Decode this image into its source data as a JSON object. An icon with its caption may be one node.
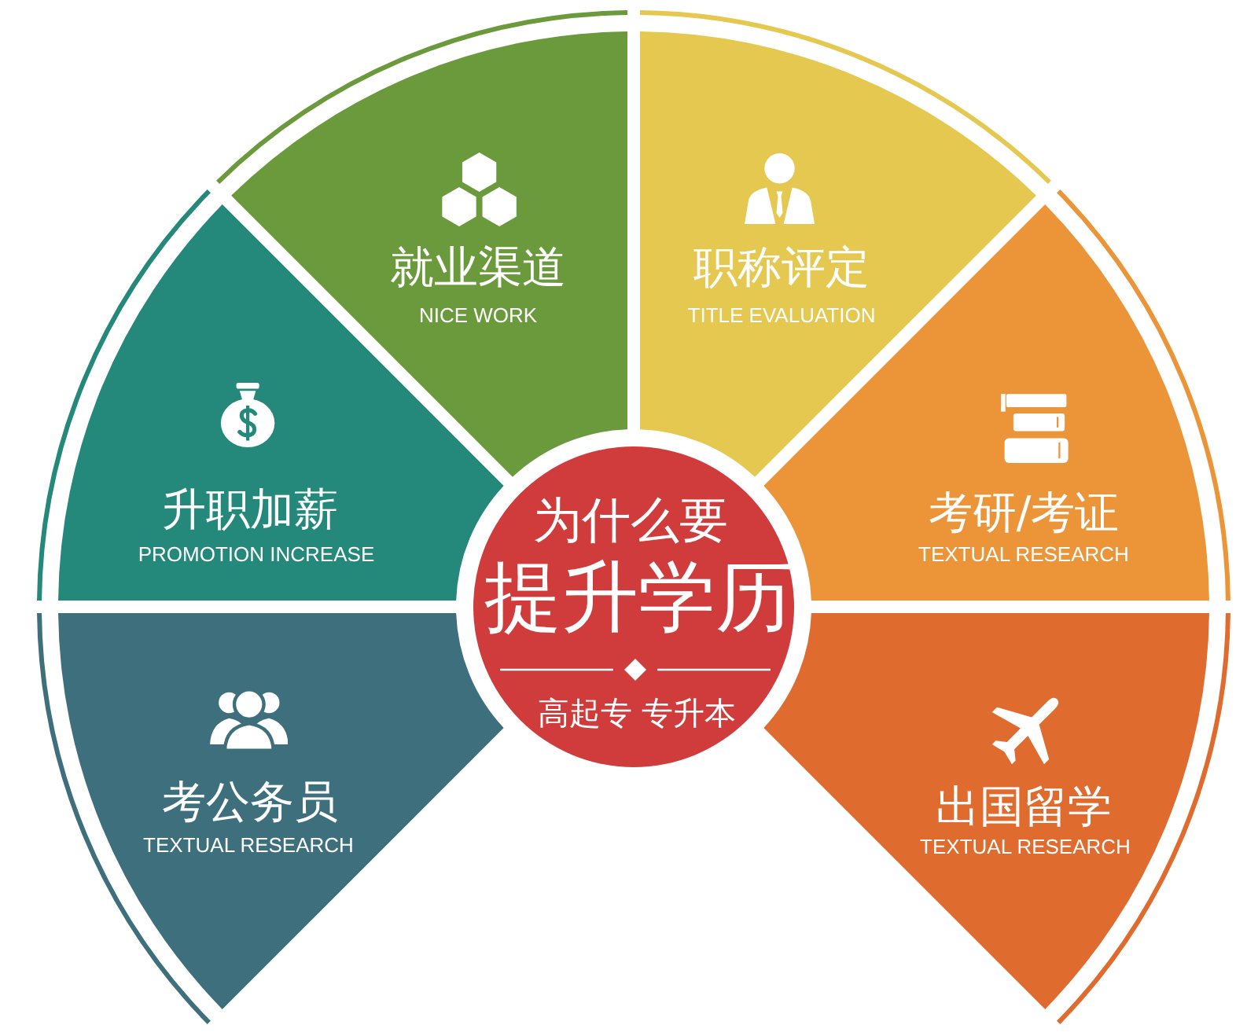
{
  "diagram": {
    "nodes": [
      {
        "text": [
          "就业渠道",
          "NICE WORK"
        ]
      },
      {
        "text": [
          "职称评定",
          "TITLE EVALUATION"
        ]
      },
      {
        "text": [
          "升职加薪",
          "PROMOTION INCREASE"
        ]
      },
      {
        "text": [
          "为什么要",
          "提升学历",
          "高起专 专升本"
        ]
      },
      {
        "text": [
          "考研/考证",
          "TEXTUAL RESEARCH"
        ]
      },
      {
        "text": [
          "考公务员",
          "TEXTUAL RESEARCH"
        ]
      },
      {
        "text": [
          "出国留学",
          "TEXTUAL RESEARCH"
        ]
      }
    ]
  }
}
